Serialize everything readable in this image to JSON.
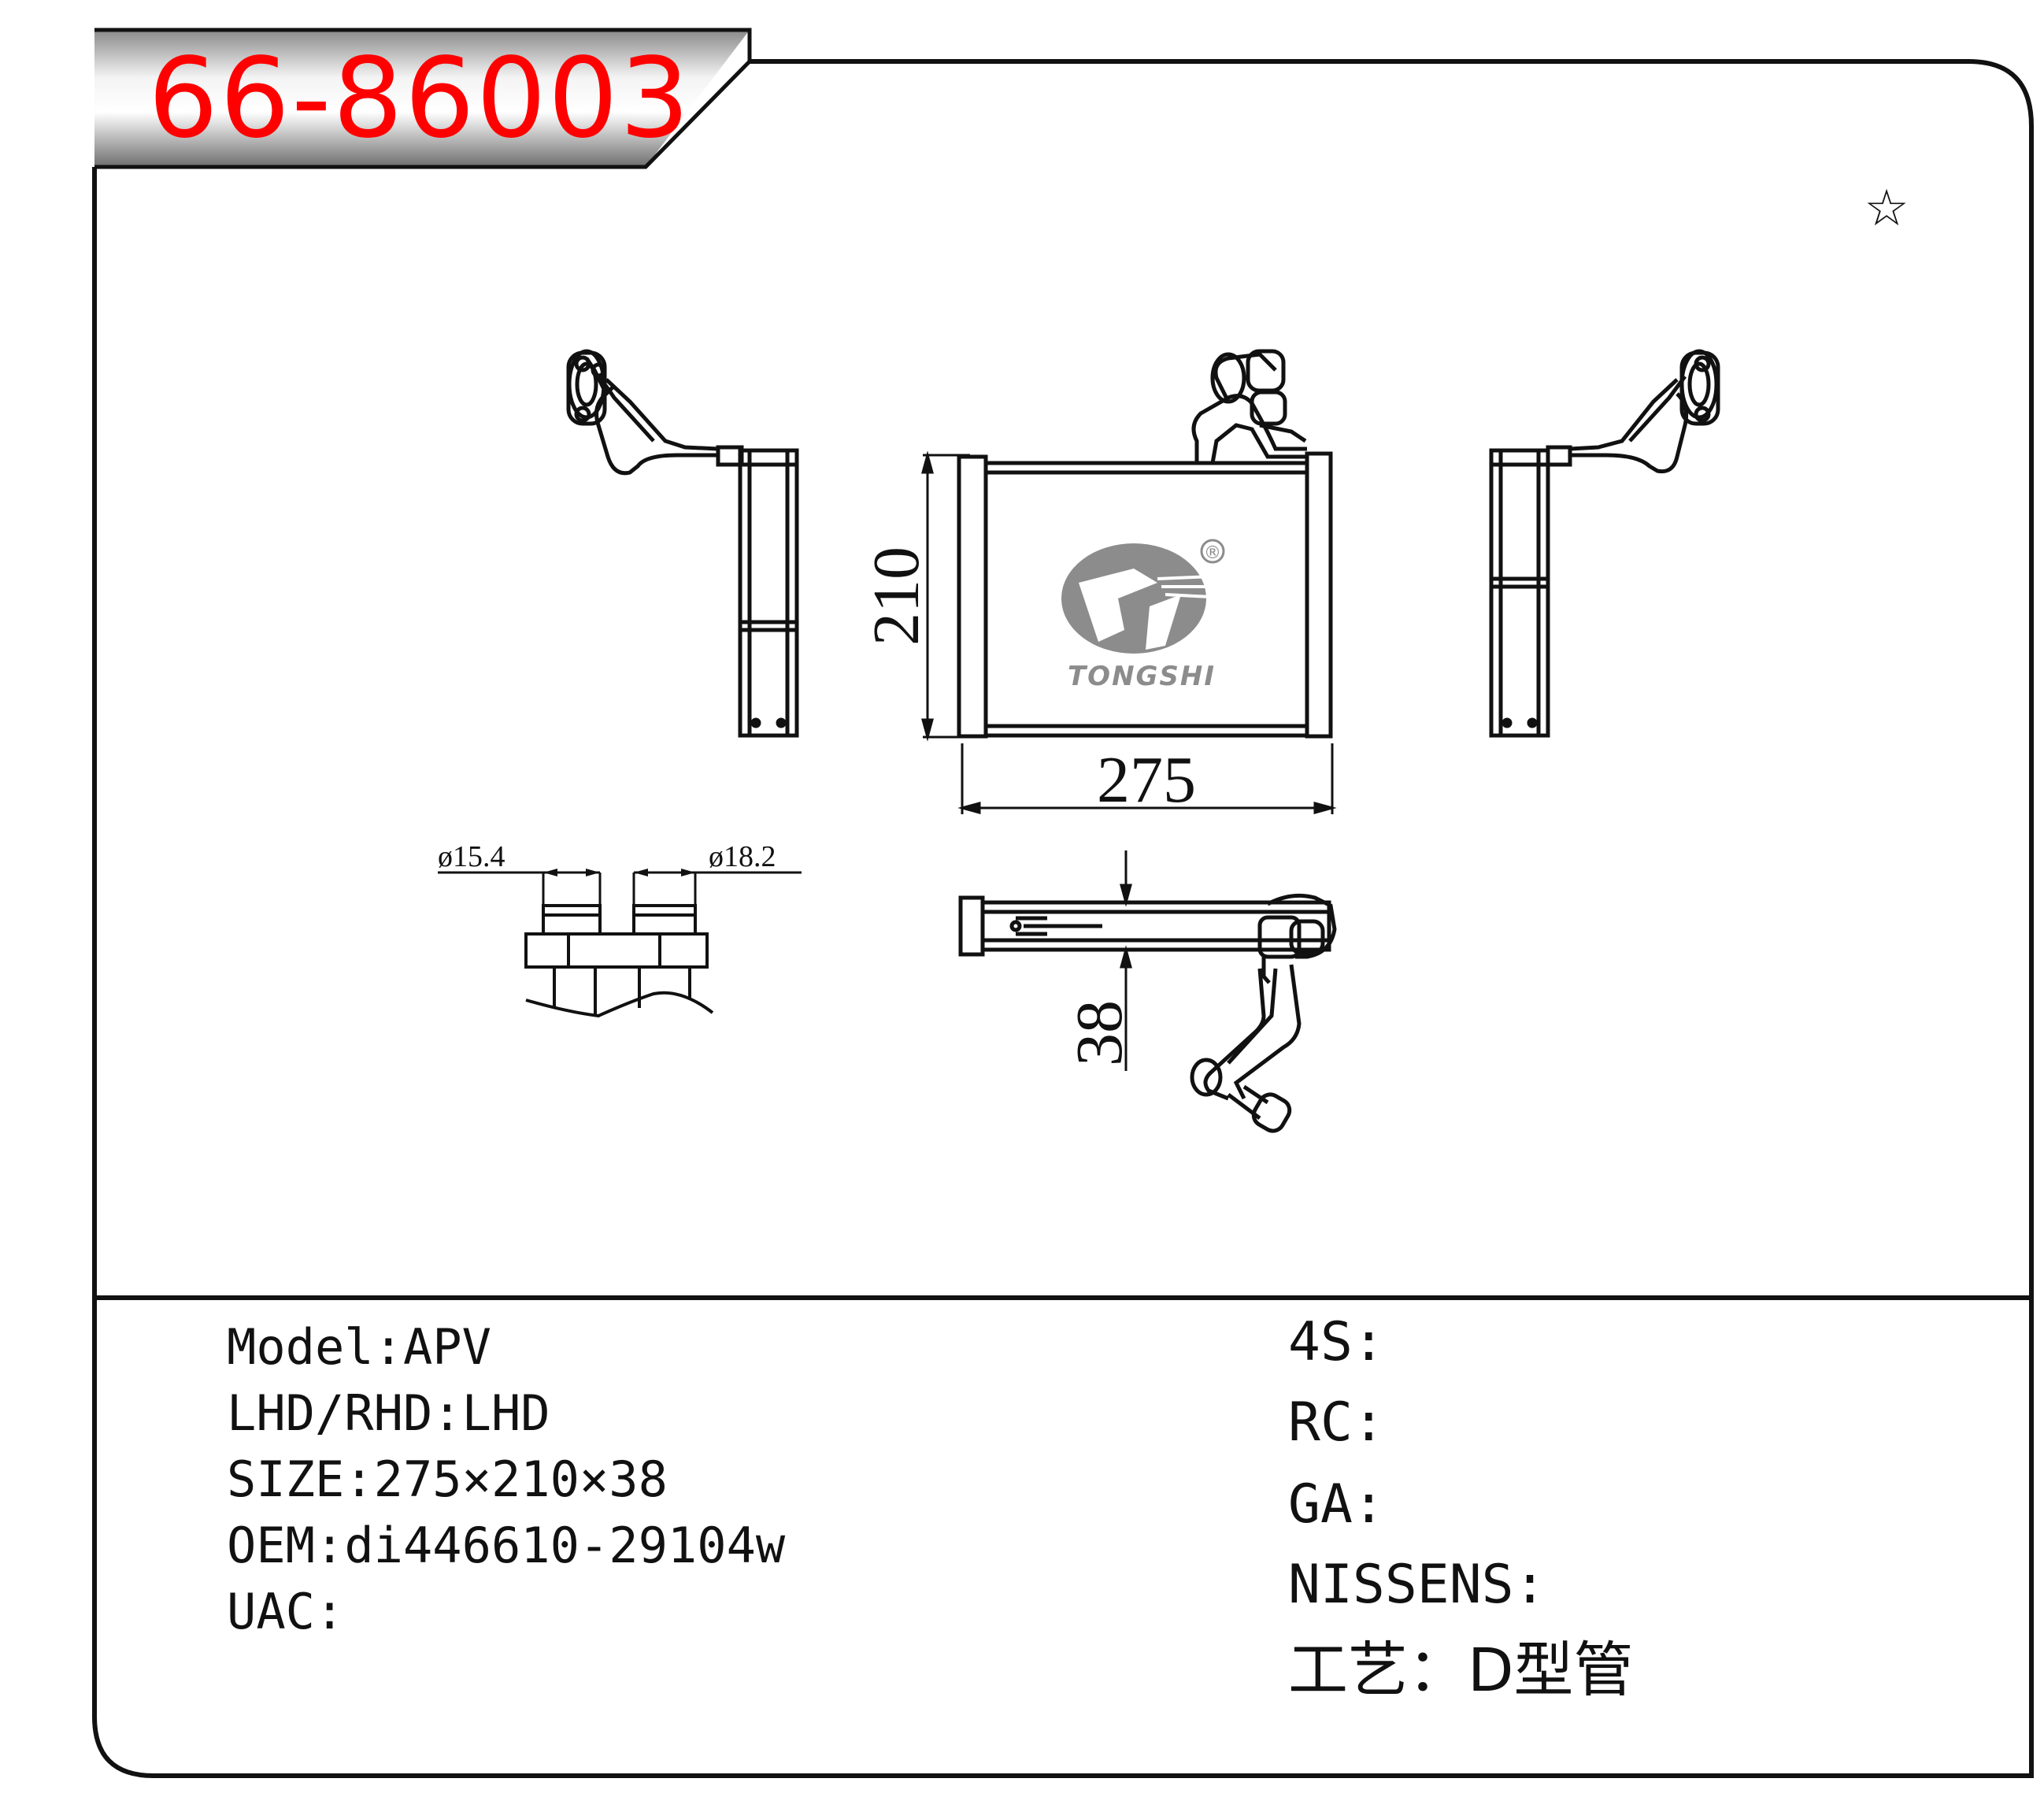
{
  "header": {
    "part_number": "66-86003"
  },
  "badge": {
    "star": "☆"
  },
  "logo": {
    "brand": "TONGSHI",
    "registered": "®"
  },
  "dimensions": {
    "height": "210",
    "width": "275",
    "depth": "38",
    "inlet_diameter": "ø15.4",
    "outlet_diameter": "ø18.2"
  },
  "specs_left": [
    {
      "label": "Model",
      "value": "APV"
    },
    {
      "label": "LHD/RHD",
      "value": "LHD"
    },
    {
      "label": "SIZE",
      "value": "275×210×38"
    },
    {
      "label": "OEM",
      "value": "di446610-29104w"
    },
    {
      "label": "UAC",
      "value": ""
    }
  ],
  "specs_right": [
    {
      "label": "4S",
      "value": ""
    },
    {
      "label": "RC",
      "value": ""
    },
    {
      "label": "GA",
      "value": ""
    },
    {
      "label": "NISSENS",
      "value": ""
    },
    {
      "label": "工艺",
      "value": "D型管"
    }
  ],
  "colors": {
    "part_number": "#ff0000",
    "line": "#111111",
    "logo_gray": "#8c8c8c"
  }
}
